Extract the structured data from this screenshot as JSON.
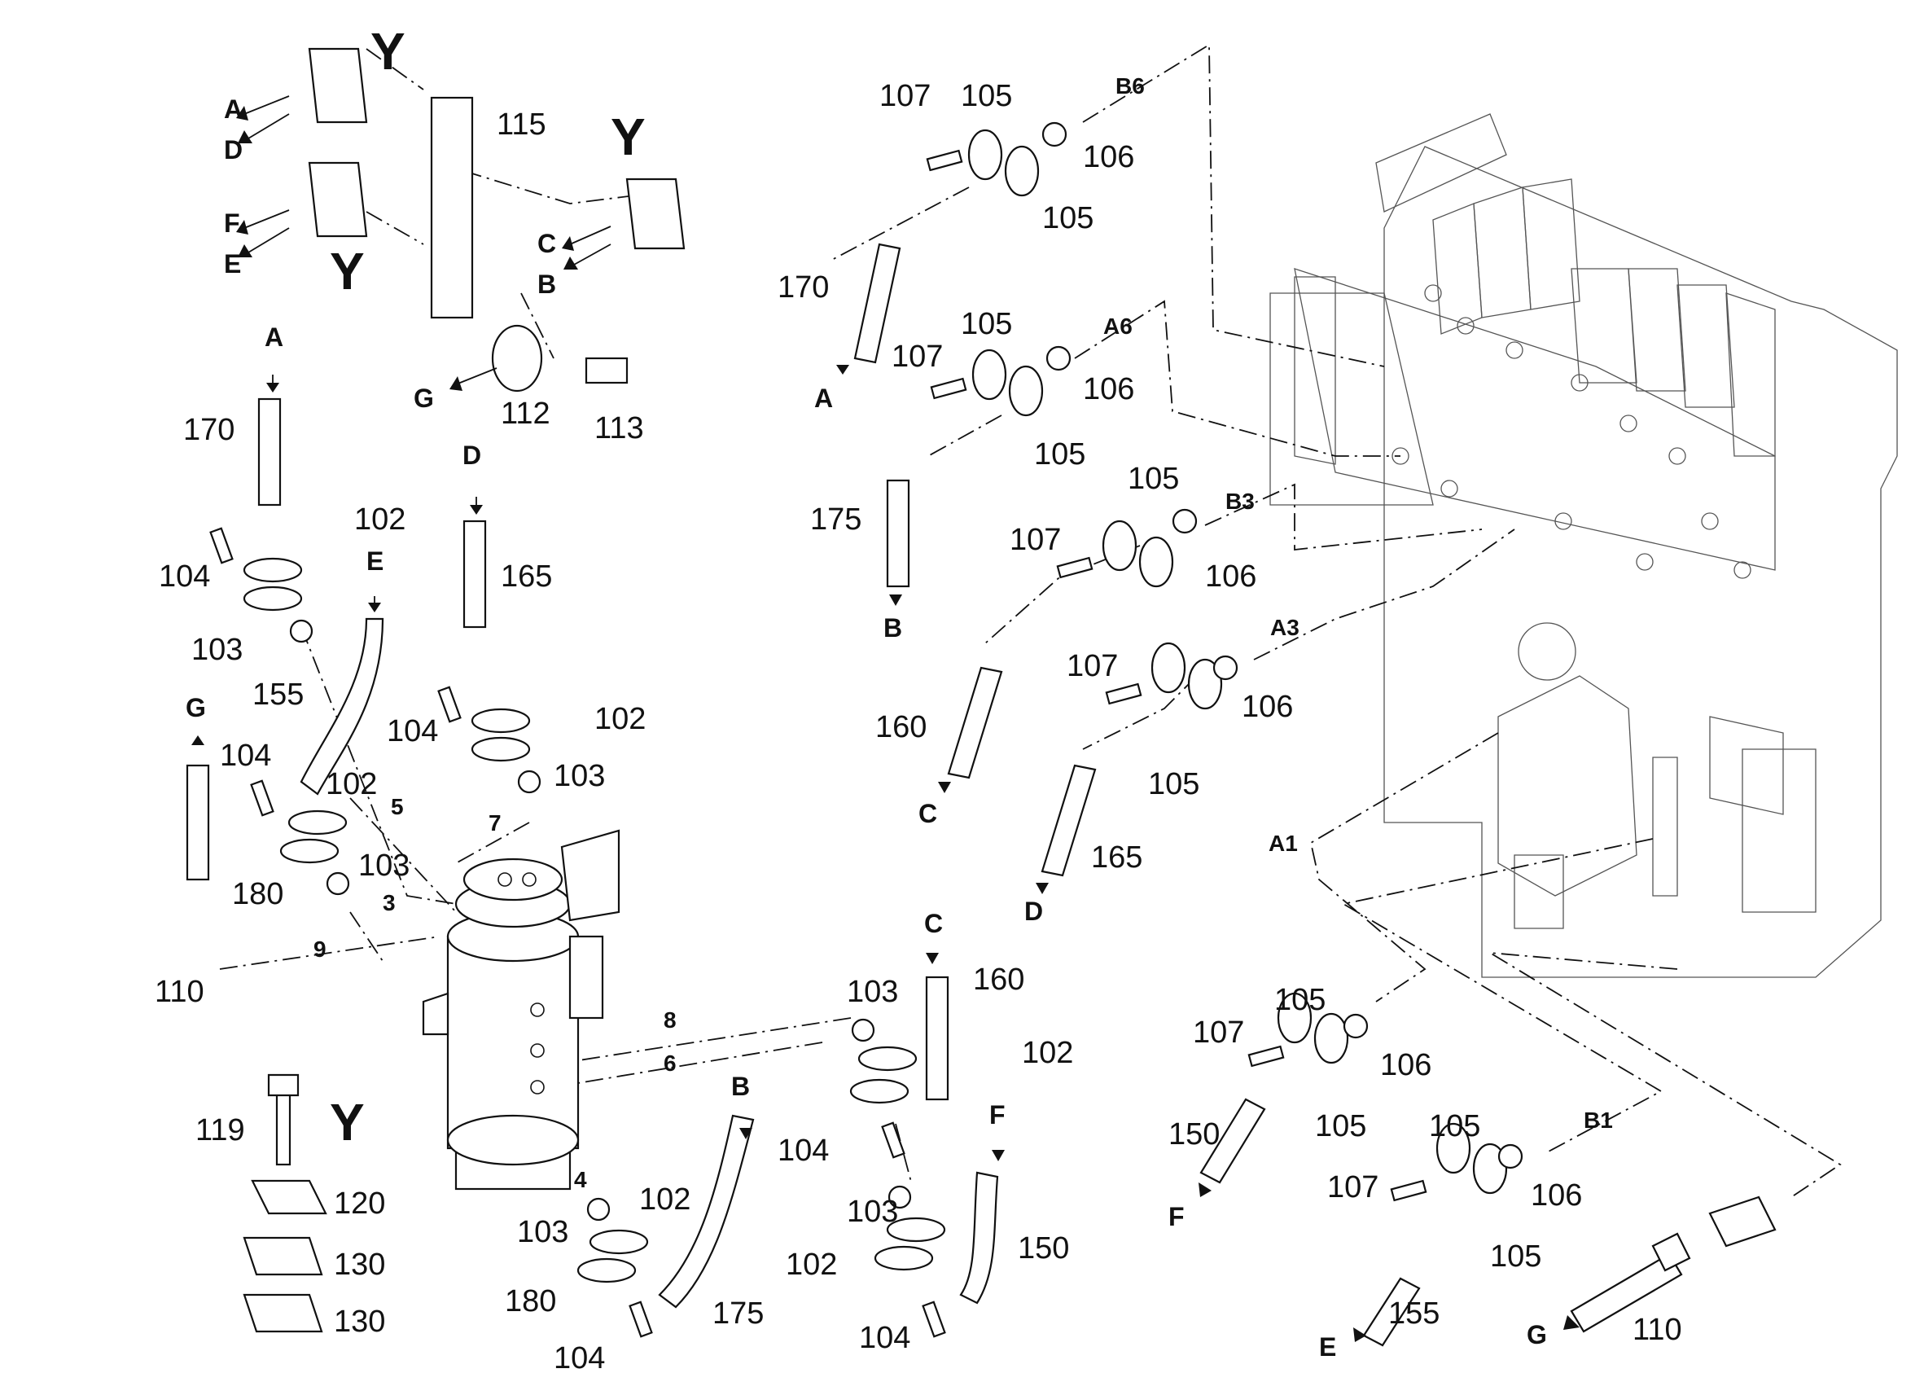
{
  "texts": {
    "y": "Y",
    "p102": "102",
    "p103": "103",
    "p104": "104",
    "p105": "105",
    "p106": "106",
    "p107": "107",
    "p110": "110",
    "p112": "112",
    "p113": "113",
    "p115": "115",
    "p119": "119",
    "p120": "120",
    "p130": "130",
    "p150": "150",
    "p155": "155",
    "p160": "160",
    "p165": "165",
    "p170": "170",
    "p175": "175",
    "p180": "180",
    "lA": "A",
    "lB": "B",
    "lC": "C",
    "lD": "D",
    "lE": "E",
    "lF": "F",
    "lG": "G",
    "A1": "A1",
    "A3": "A3",
    "A6": "A6",
    "B1": "B1",
    "B3": "B3",
    "B6": "B6",
    "n3": "3",
    "n4": "4",
    "n5": "5",
    "n6": "6",
    "n7": "7",
    "n8": "8",
    "n9": "9"
  }
}
